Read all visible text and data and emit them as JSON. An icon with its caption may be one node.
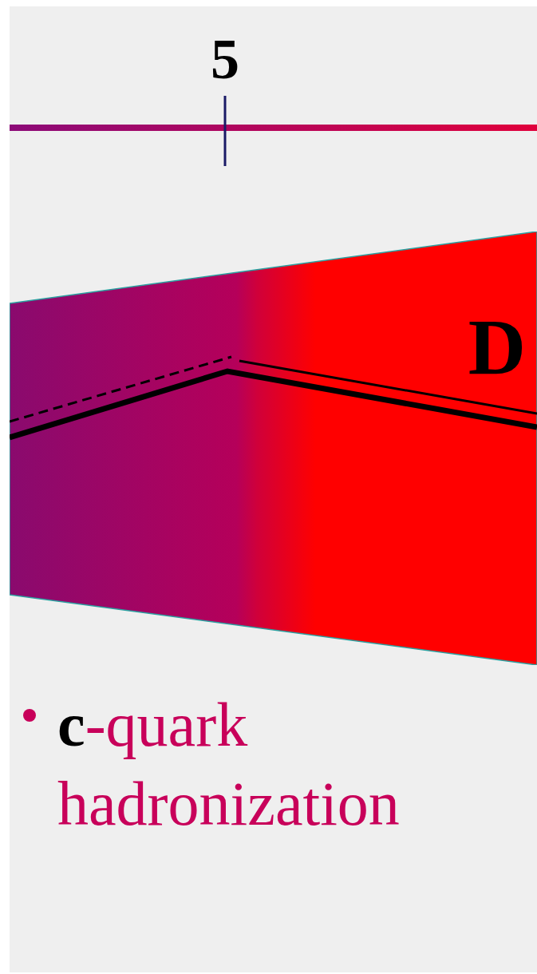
{
  "diagram": {
    "nodes": [
      {
        "text": [
          "D"
        ]
      }
    ],
    "labels": [
      "5",
      "**c**-quark hadronization"
    ]
  }
}
